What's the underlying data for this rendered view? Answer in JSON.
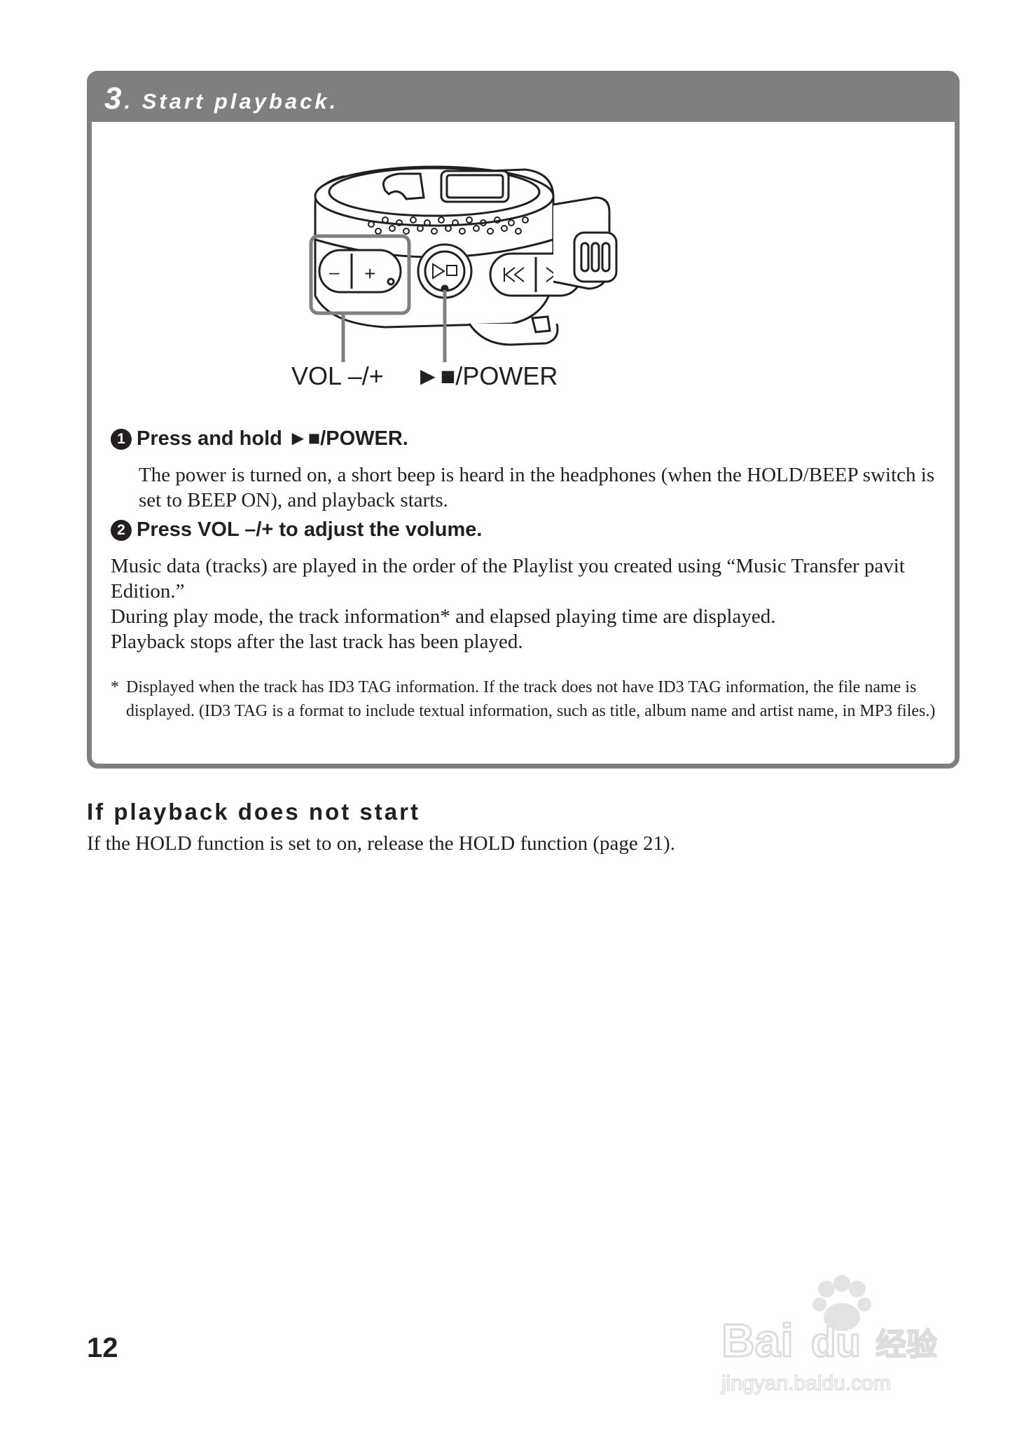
{
  "step": {
    "number": "3",
    "title": ". Start playback."
  },
  "figure": {
    "vol_label": "VOL –/+",
    "power_label": "/POWER"
  },
  "instructions": [
    {
      "number": "1",
      "heading_prefix": "Press and hold ",
      "heading_suffix": "/POWER.",
      "description": "The power is turned on, a short beep is heard in the headphones (when the HOLD/BEEP switch is set to BEEP ON), and playback starts."
    },
    {
      "number": "2",
      "heading": "Press VOL –/+ to adjust the volume."
    }
  ],
  "body": {
    "line1": "Music data (tracks) are played in the order of the Playlist you created using “Music Transfer pavit Edition.”",
    "line2": "During play mode, the track information* and elapsed playing time are displayed.",
    "line3": "Playback stops after the last track has been played."
  },
  "footnote": {
    "mark": "*",
    "text": "Displayed when the track has ID3 TAG information. If the track does not have ID3 TAG information, the file name is displayed. (ID3 TAG is a format to include textual information, such as title, album name and artist name, in MP3 files.)"
  },
  "section": {
    "heading": "If playback does not start",
    "body": "If the HOLD function is set to on, release the HOLD function (page 21)."
  },
  "page_number": "12",
  "watermark": {
    "brand": "Bai du 经验",
    "url": "jingyan.baidu.com"
  }
}
